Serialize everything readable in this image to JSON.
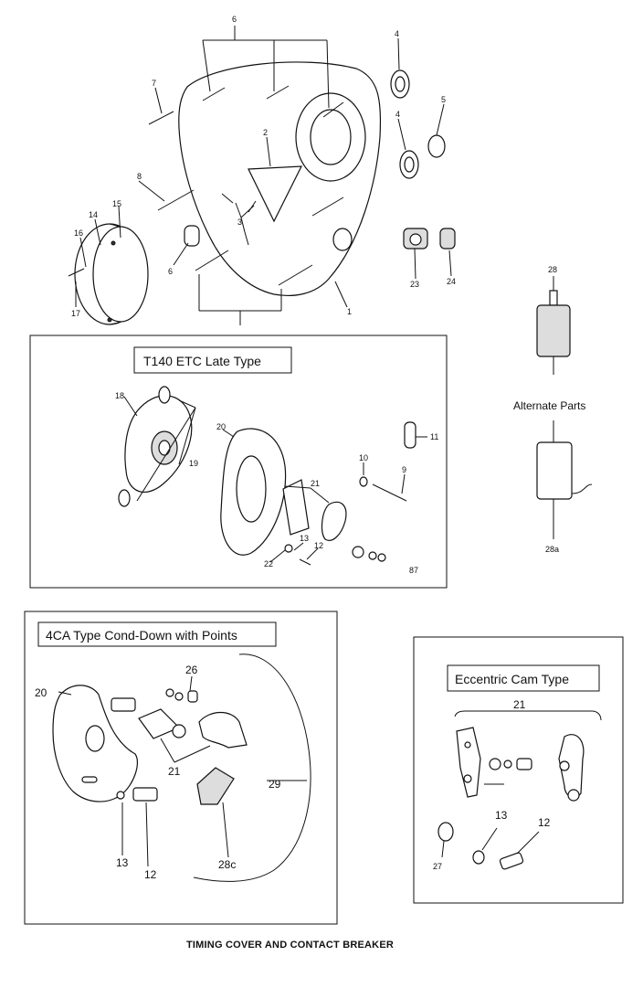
{
  "caption": "TIMING COVER AND CONTACT BREAKER",
  "alternate_label": "Alternate Parts",
  "boxes": {
    "t140": {
      "title": "T140 ETC Late Type",
      "corner_mark": "87"
    },
    "fourca": {
      "title": "4CA Type Cond-Down with Points"
    },
    "eccentric": {
      "title": "Eccentric Cam Type"
    }
  },
  "callouts": {
    "top": [
      "6",
      "4",
      "7",
      "5",
      "4",
      "2",
      "8",
      "3",
      "15",
      "14",
      "16",
      "6",
      "23",
      "24",
      "17",
      "1"
    ],
    "condenser": [
      "28",
      "28a"
    ],
    "t140": [
      "18",
      "19",
      "20",
      "11",
      "10",
      "9",
      "21",
      "13",
      "12",
      "22"
    ],
    "fourca": [
      "20",
      "26",
      "21",
      "29",
      "13",
      "12",
      "28c"
    ],
    "eccentric": [
      "21",
      "13",
      "12",
      "27"
    ]
  }
}
